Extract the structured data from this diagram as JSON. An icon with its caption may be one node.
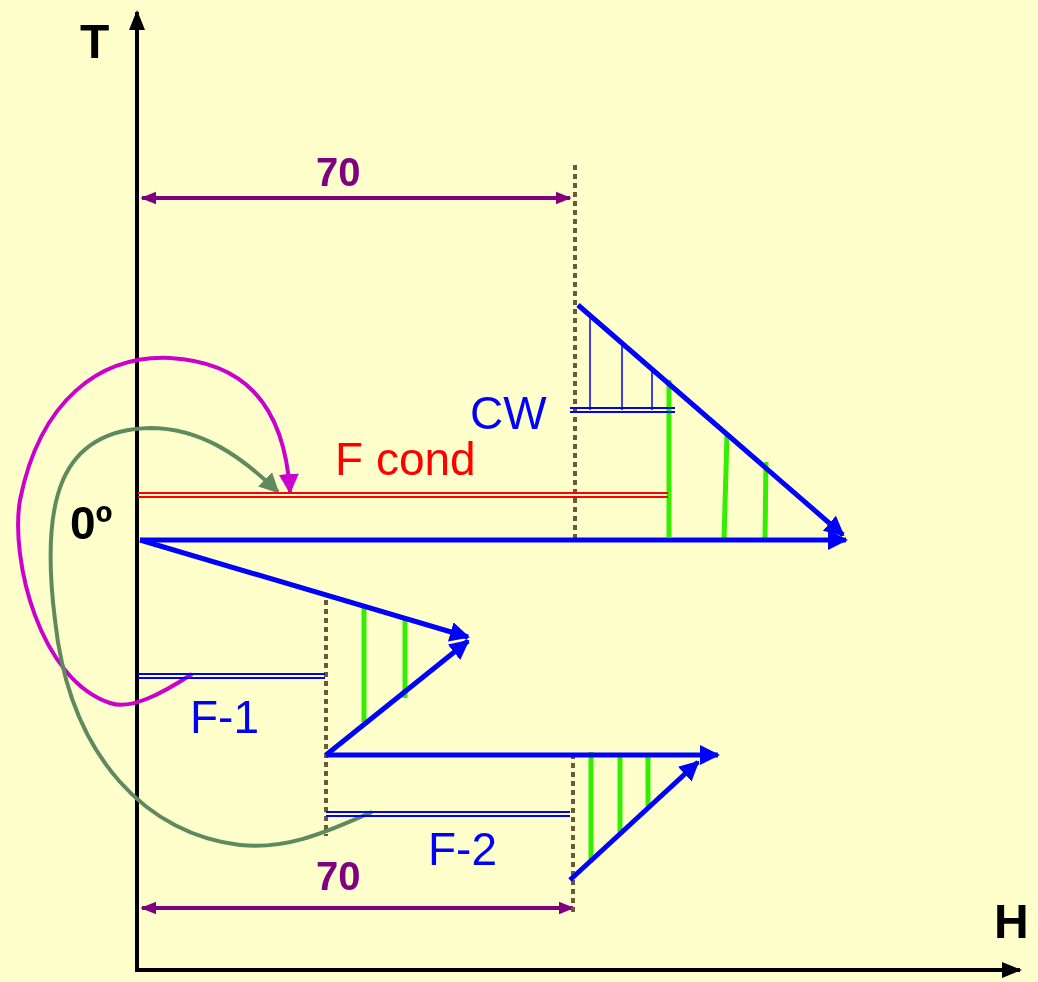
{
  "diagram": {
    "nodes": [
      {
        "text": [],
        "shape": "bar",
        "beside": [
          "F cond"
        ]
      },
      {
        "text": [],
        "shape": "bar",
        "beside": [
          "CW"
        ]
      },
      {
        "text": [],
        "shape": "bar",
        "beside": [
          "F-1"
        ]
      },
      {
        "text": [],
        "shape": "bar",
        "beside": [
          "F-2"
        ]
      }
    ],
    "edges": [
      {
        "from": 2,
        "to": 0,
        "arrow": "to",
        "color": "#cc00cc"
      },
      {
        "from": 3,
        "to": 0,
        "arrow": "to",
        "color": "#5f8a5f"
      }
    ],
    "labels": [
      "T",
      "70",
      "0º",
      "70",
      "H"
    ]
  }
}
